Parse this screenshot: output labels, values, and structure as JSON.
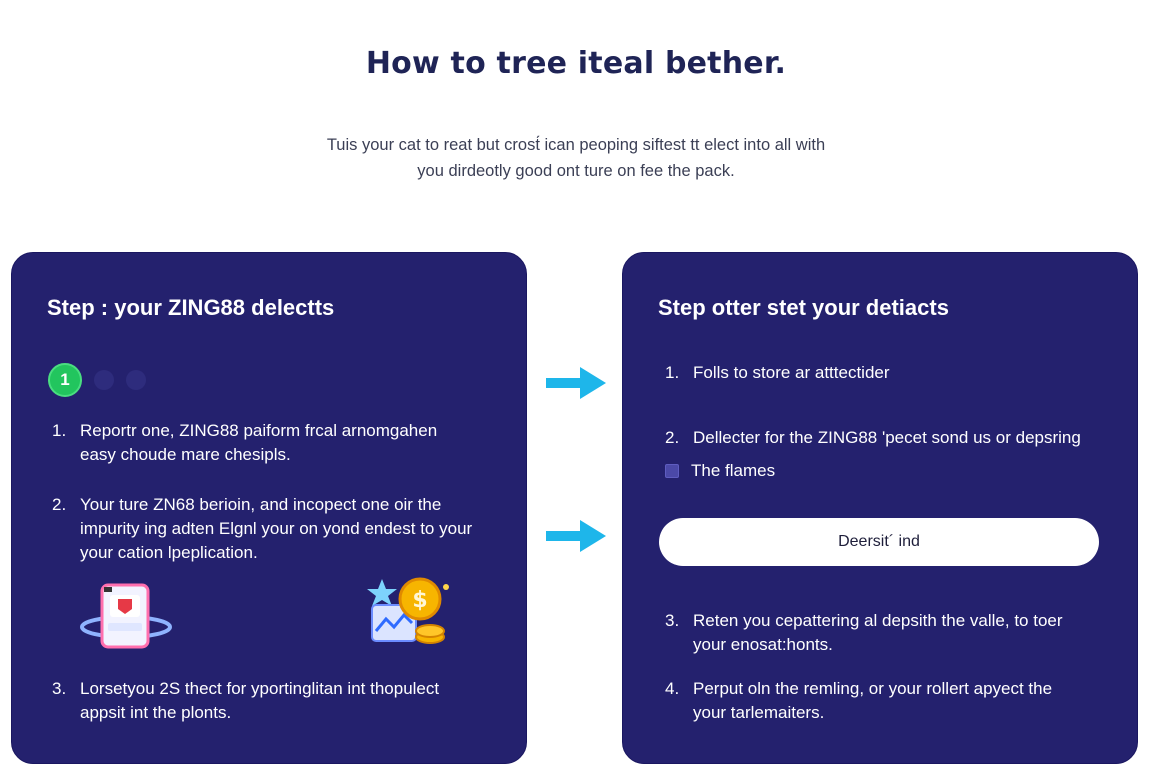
{
  "page": {
    "title": "How to tree iteal bether.",
    "subtitle_line1": "Tuis your cat to reat but crost́ ican peoping siftest tt elect into all with",
    "subtitle_line2": "you dirdeotly good ont ture on fee the pack."
  },
  "left_card": {
    "title": "Step : your ZING88 delectts",
    "progress": {
      "current": "1",
      "total_steps": 3
    },
    "steps": [
      {
        "num": "1.",
        "line1": "Reportr one, ZING88 paiform frcal arnomgahen",
        "line2": "easy choude mare chesipls."
      },
      {
        "num": "2.",
        "line1": "Your ture ZN68 berioin, and incopect one oir the",
        "line2": "impurity ing adten Elgnl your on yond endest to your",
        "line3": "your cation lpeplication."
      },
      {
        "num": "3.",
        "line1": "Lorsetyou 2S thect for yportinglitan int thopulect",
        "line2": "appsit int the plonts."
      }
    ],
    "illustrations": [
      "phone-shield-icon",
      "coins-chart-icon"
    ]
  },
  "right_card": {
    "title": "Step otter stet your detiacts",
    "steps": [
      {
        "num": "1.",
        "line1": "Folls to store ar atttectider"
      },
      {
        "num": "2.",
        "line1": "Dellecter for the ZING88 ʹpecet sond us or depsring"
      },
      {
        "num": "3.",
        "line1": "Reten you cepattering al depsith the valle, to toer",
        "line2": "your enosat:honts."
      },
      {
        "num": "4.",
        "line1": "Perput oln the remling, or your rollert apyect the",
        "line2": "your tarlemaiters."
      }
    ],
    "checkbox_label": "The flames",
    "button_label": "Deersit´ ind"
  },
  "colors": {
    "card_bg": "#24216e",
    "title": "#1f2456",
    "accent_arrow": "#1eb6ea",
    "step_active": "#22c55e"
  }
}
